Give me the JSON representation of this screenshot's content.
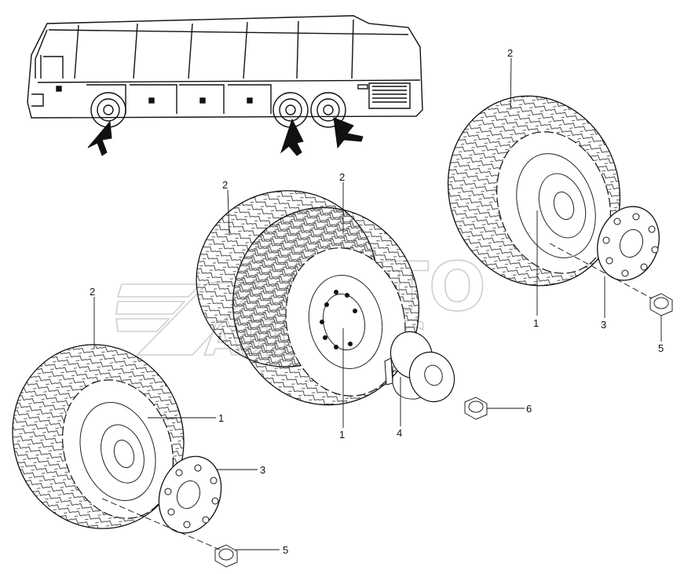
{
  "watermark": {
    "line1": "АВТО",
    "line2": "АЛЬЯНС"
  },
  "callouts": {
    "c1": "2",
    "c2": "2",
    "c3": "2",
    "c4": "2",
    "c5": "1",
    "c6": "1",
    "c7": "1",
    "c8": "3",
    "c9": "3",
    "c10": "4",
    "c11": "5",
    "c12": "5",
    "c13": "6"
  },
  "colors": {
    "line": "#111111",
    "watermark": "#cfcfcf",
    "arrow": "#111111"
  }
}
